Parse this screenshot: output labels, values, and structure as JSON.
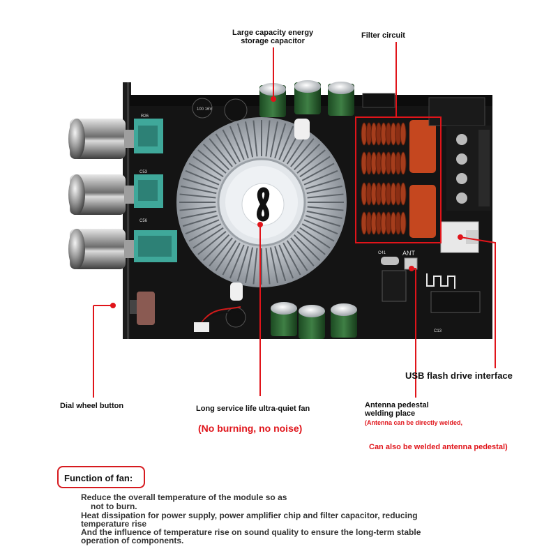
{
  "labels": {
    "capacitor_line1": "Large capacity energy",
    "capacitor_line2": "storage capacitor",
    "filter": "Filter circuit",
    "usb": "USB flash drive interface",
    "dial": "Dial wheel button",
    "fan": "Long service life ultra-quiet fan",
    "fan_note": "(No burning, no noise)",
    "antenna_line1": "Antenna pedestal",
    "antenna_line2": "welding place",
    "antenna_note1": "(Antenna can be directly welded,",
    "antenna_note2": "Can also be welded antenna pedestal)"
  },
  "board_text": {
    "ant": "ANT",
    "cap_marking": "100 16V",
    "silk_r26": "R26",
    "silk_c53": "C53",
    "silk_c56": "C56",
    "silk_c41": "C41",
    "silk_c13": "C13"
  },
  "function": {
    "title": "Function of fan:",
    "lines": [
      "Reduce the overall temperature of the module so as",
      "not to burn.",
      "Heat dissipation for power supply, power amplifier chip and filter capacitor, reducing",
      "temperature rise",
      "And the influence of temperature rise on sound quality to ensure the long-term stable",
      "operation of components."
    ]
  },
  "colors": {
    "accent_red": "#e0141a",
    "pcb": "#141414",
    "copper_coil": "#8b2e14",
    "film_cap": "#c5471f",
    "pot_teal": "#3fa89a"
  },
  "icons": {
    "fan_logo": "infinity-loop-icon",
    "bluetooth_module": "antenna-trace-icon"
  }
}
